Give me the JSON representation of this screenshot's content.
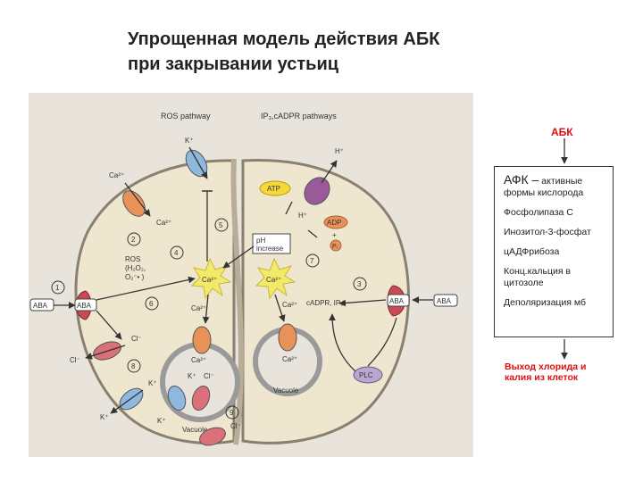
{
  "title": {
    "line1": "Упрощенная модель действия АБК",
    "line2": "при закрывании устьиц"
  },
  "figure": {
    "ros_pathway": "ROS pathway",
    "ip3_pathway": "IP₃,cADPR pathways",
    "k_top": "K⁺",
    "ca_top": "Ca²⁺",
    "ca_in": "Ca²⁺",
    "ros_label": "ROS",
    "ros_sub1": "(H₂O₂,",
    "ros_sub2": "O₂⁻• )",
    "h_top": "H⁺",
    "atp": "ATP",
    "adp": "ADP",
    "plus": "+",
    "pi": "Pᵢ",
    "h_plus2": "H⁺",
    "ph1": "pH",
    "ph2": "increase",
    "ca_star_left": "Ca²⁺",
    "ca_star_right": "Ca²⁺",
    "cadpr": "cADPR, IP₃",
    "aba_left_out": "ABA",
    "aba_left_in": "ABA",
    "aba_right_in": "ABA",
    "aba_right_out": "ABA",
    "cl_minus1": "Cl⁻",
    "cl_out": "Cl⁻",
    "ca_vac_left": "Ca²⁺",
    "ca_vac_right": "Ca²⁺",
    "ca_2plus_vac": "Ca²⁺",
    "ca_right_mid": "Ca²⁺",
    "k_vac": "K⁺",
    "cl_vac": "Cl⁻",
    "k_plus_in": "K⁺",
    "k_out": "K⁺",
    "k_out2": "K⁺",
    "cl_bot": "Cl⁻",
    "vacuole_left": "Vacuole",
    "vacuole_right": "Vacuole",
    "plc": "PLC",
    "n1": "1",
    "n2": "2",
    "n3": "3",
    "n4": "4",
    "n5": "5",
    "n6": "6",
    "n7": "7",
    "n8": "8",
    "n9": "9"
  },
  "legend": {
    "abk": "АБК",
    "afk_big": "АФК –",
    "afk_rest": " активные формы кислорода",
    "item2": "Фосфолипаза С",
    "item3": "Инозитол-3-фосфат",
    "item4": "цАДФрибоза",
    "item5": "Конц.кальция в цитозоле",
    "item6": "Деполяризация мб",
    "outcome": "Выход хлорида и калия из клеток"
  },
  "colors": {
    "panel_bg": "#e8e4dc",
    "cell_fill": "#efe6cf",
    "cell_stroke": "#8a8070",
    "channel_blue": "#8fb8de",
    "channel_orange": "#e8925a",
    "channel_red": "#d9707a",
    "receptor_red": "#c94a55",
    "atp_yellow": "#f5d83a",
    "star_yellow": "#f3ea6a",
    "pump_purple": "#9a5a9a",
    "accent_red": "#d11111"
  }
}
